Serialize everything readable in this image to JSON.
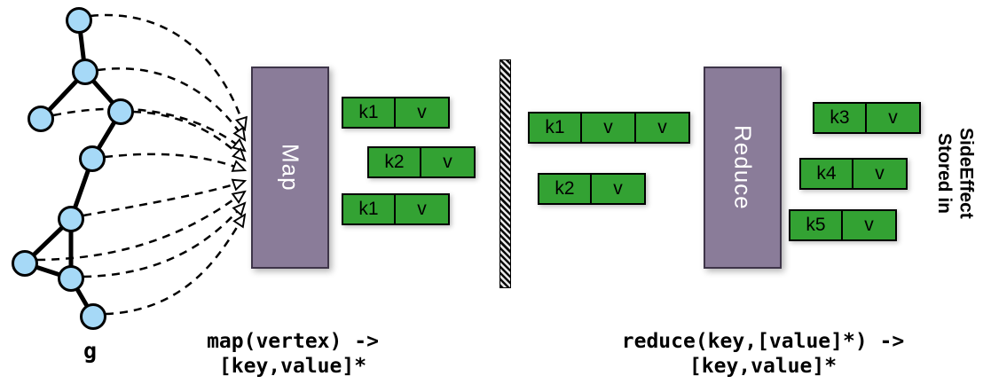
{
  "colors": {
    "node_fill": "#A6D9F7",
    "box_purple": "#8A7C99",
    "box_border": "#3E3549",
    "kv_green": "#33A233"
  },
  "graph": {
    "label": "g"
  },
  "map_stage": {
    "label": "Map"
  },
  "reduce_stage": {
    "label": "Reduce"
  },
  "map_output": {
    "rows": [
      {
        "cells": [
          "k1",
          "v"
        ]
      },
      {
        "cells": [
          "k2",
          "v"
        ]
      },
      {
        "cells": [
          "k1",
          "v"
        ]
      }
    ]
  },
  "shuffle_output": {
    "rows": [
      {
        "cells": [
          "k1",
          "v",
          "v"
        ]
      },
      {
        "cells": [
          "k2",
          "v"
        ]
      }
    ]
  },
  "reduce_output": {
    "rows": [
      {
        "cells": [
          "k3",
          "v"
        ]
      },
      {
        "cells": [
          "k4",
          "v"
        ]
      },
      {
        "cells": [
          "k5",
          "v"
        ]
      }
    ]
  },
  "side_note": {
    "line1": "Stored in",
    "line2": "SideEffect"
  },
  "captions": {
    "map_line1": "map(vertex) ->",
    "map_line2": "[key,value]*",
    "reduce_line1": "reduce(key,[value]*) ->",
    "reduce_line2": "[key,value]*"
  }
}
